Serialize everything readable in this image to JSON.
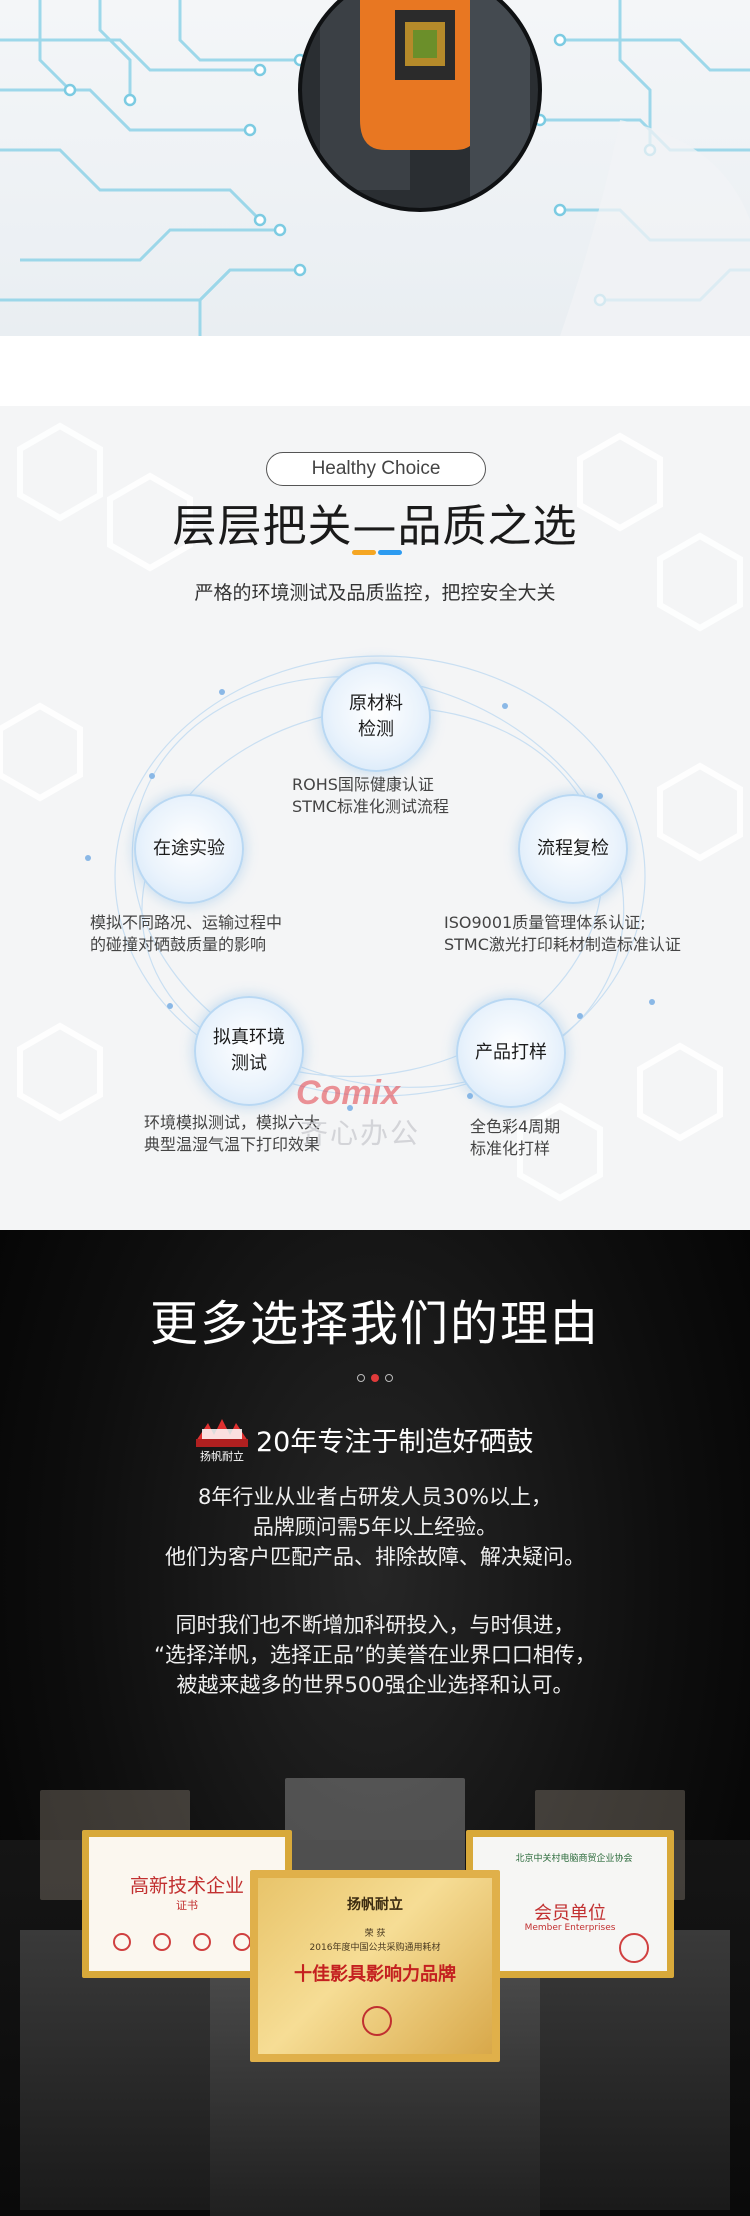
{
  "hero": {
    "icon": "toner-chip-circuit-illustration"
  },
  "quality": {
    "pill_label": "Healthy Choice",
    "title": "层层把关—品质之选",
    "subtitle": "严格的环境测试及品质监控，把控安全大关",
    "accent_colors": [
      "#f5a623",
      "#2d9bf0"
    ],
    "nodes": [
      {
        "label_lines": [
          "原材料",
          "检测"
        ],
        "desc_lines": [
          "ROHS国际健康认证",
          "STMC标准化测试流程"
        ]
      },
      {
        "label_lines": [
          "流程复检"
        ],
        "desc_lines": [
          "ISO9001质量管理体系认证;",
          "STMC激光打印耗材制造标准认证"
        ]
      },
      {
        "label_lines": [
          "产品打样"
        ],
        "desc_lines": [
          "全色彩4周期",
          "标准化打样"
        ]
      },
      {
        "label_lines": [
          "拟真环境",
          "测试"
        ],
        "desc_lines": [
          "环境模拟测试，模拟六大",
          "典型温湿气温下打印效果"
        ]
      },
      {
        "label_lines": [
          "在途实验"
        ],
        "desc_lines": [
          "模拟不同路况、运输过程中",
          "的碰撞对硒鼓质量的影响"
        ]
      }
    ],
    "watermark": {
      "logo": "Comix",
      "text": "齐心办公"
    }
  },
  "reasons": {
    "title": "更多选择我们的理由",
    "badge_text": "扬帆耐立",
    "headline": "20年专注于制造好硒鼓",
    "paragraph1": [
      "8年行业从业者占研发人员30%以上，",
      "品牌顾问需5年以上经验。",
      "他们为客户匹配产品、排除故障、解决疑问。"
    ],
    "paragraph2": [
      "同时我们也不断增加科研投入，与时俱进，",
      "“选择洋帆，选择正品”的美誉在业界口口相传，",
      "被越来越多的世界500强企业选择和认可。"
    ],
    "certificates": {
      "left": {
        "title": "高新技术企业",
        "sub": "证书"
      },
      "center": {
        "brand": "扬帆耐立",
        "sub": "荣 获",
        "line": "2016年度中国公共采购通用耗材",
        "title": "十佳影具影响力品牌"
      },
      "right": {
        "org": "北京中关村电脑商贸企业协会",
        "title": "会员单位",
        "sub": "Member Enterprises"
      }
    }
  }
}
